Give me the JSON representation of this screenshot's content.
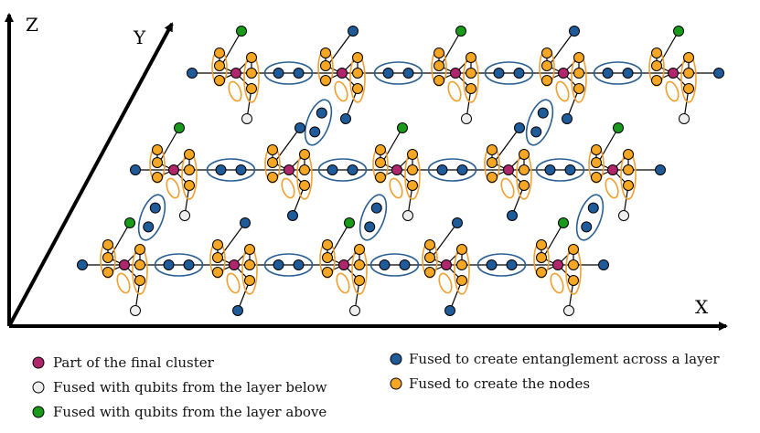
{
  "axes": {
    "x_label": "X",
    "y_label": "Y",
    "z_label": "Z"
  },
  "legend": [
    {
      "label": "Part of the final cluster",
      "color": "#b0266a"
    },
    {
      "label": "Fused with qubits from the layer below",
      "color": "#eeeeee"
    },
    {
      "label": "Fused with qubits from the layer above",
      "color": "#1a9a1a"
    },
    {
      "label": "Fused to create entanglement across a layer",
      "color": "#1f5a99"
    },
    {
      "label": "Fused to create the nodes",
      "color": "#f5a623"
    }
  ],
  "colors": {
    "cluster": "#b0266a",
    "below": "#eeeeee",
    "above": "#1a9a1a",
    "across": "#1f5a99",
    "nodes": "#f5a623",
    "fusion_orange": "#f0a030",
    "fusion_blue": "#2a5f91"
  }
}
